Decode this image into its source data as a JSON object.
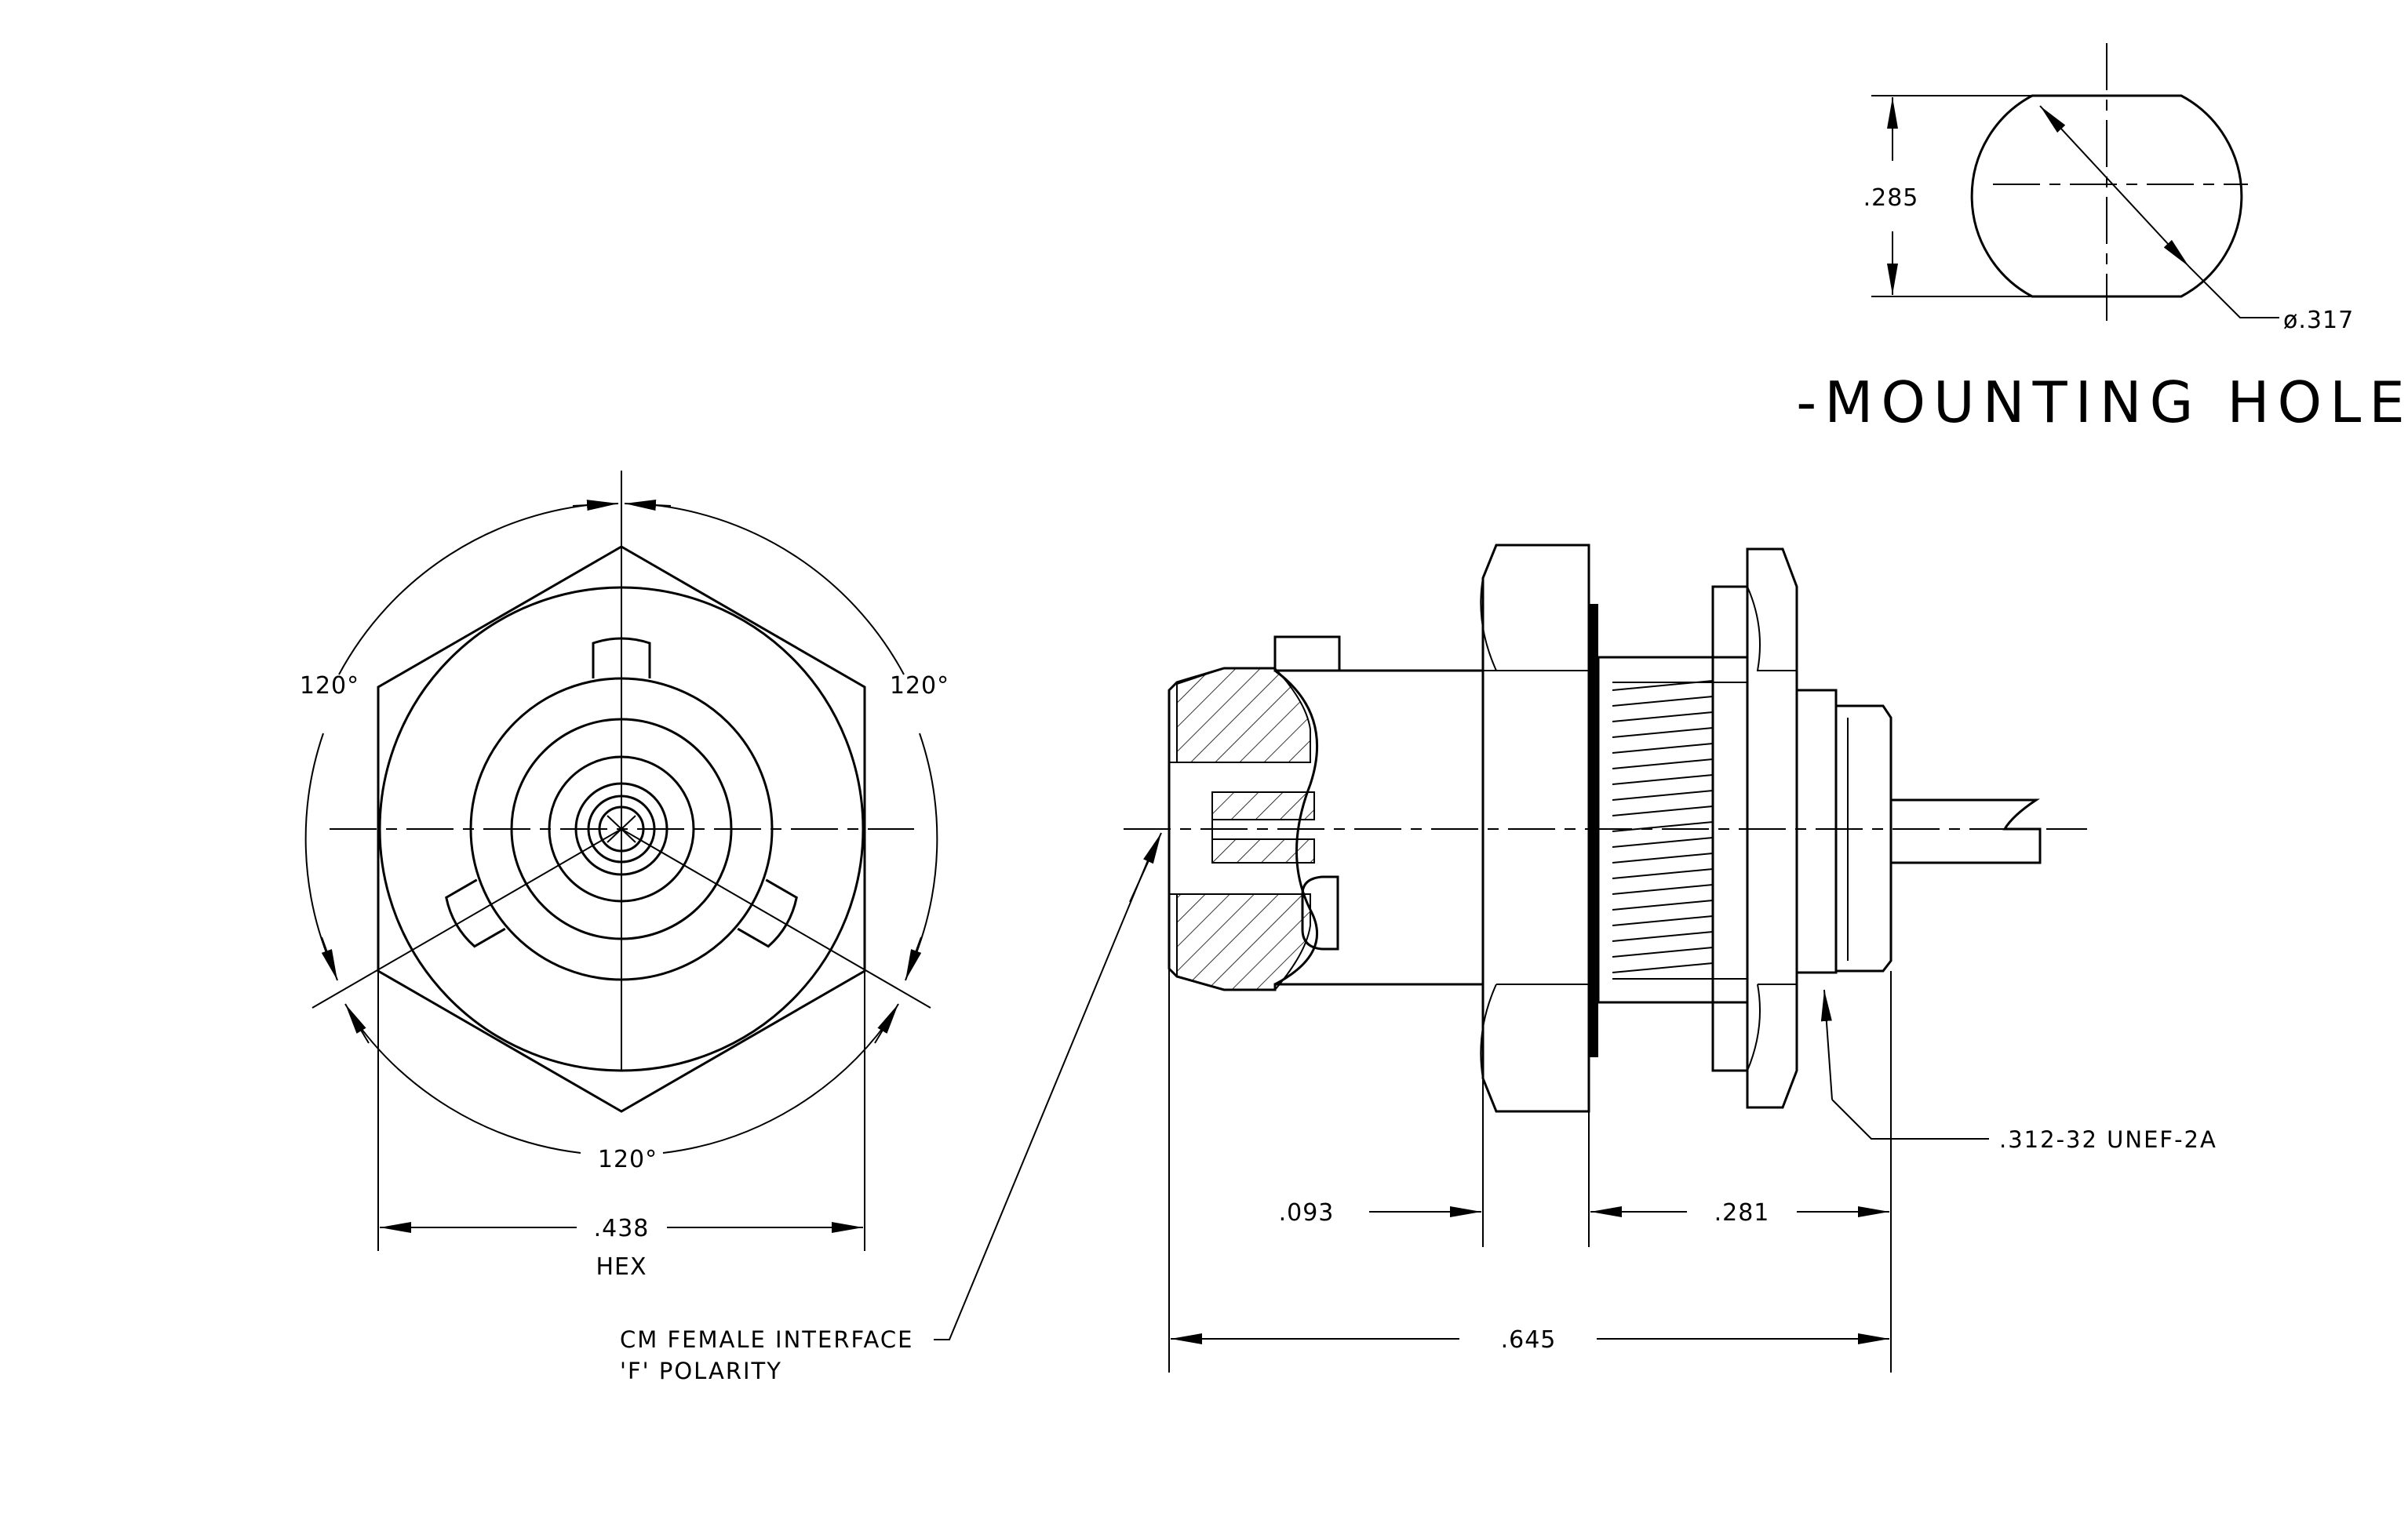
{
  "title": "-MOUNTING HOLE-",
  "dimensions": {
    "hole_flat": ".285",
    "hole_dia": "ø.317",
    "angle_left": "120°",
    "angle_right": "120°",
    "angle_bottom": "120°",
    "hex_size": ".438",
    "hex_label": "HEX",
    "len_093": ".093",
    "len_281": ".281",
    "len_645": ".645"
  },
  "notes": {
    "thread": ".312-32 UNEF-2A",
    "interface_line1": "CM FEMALE INTERFACE",
    "interface_line2": "'F' POLARITY"
  },
  "colors": {
    "line": "#000000",
    "background": "#ffffff"
  }
}
